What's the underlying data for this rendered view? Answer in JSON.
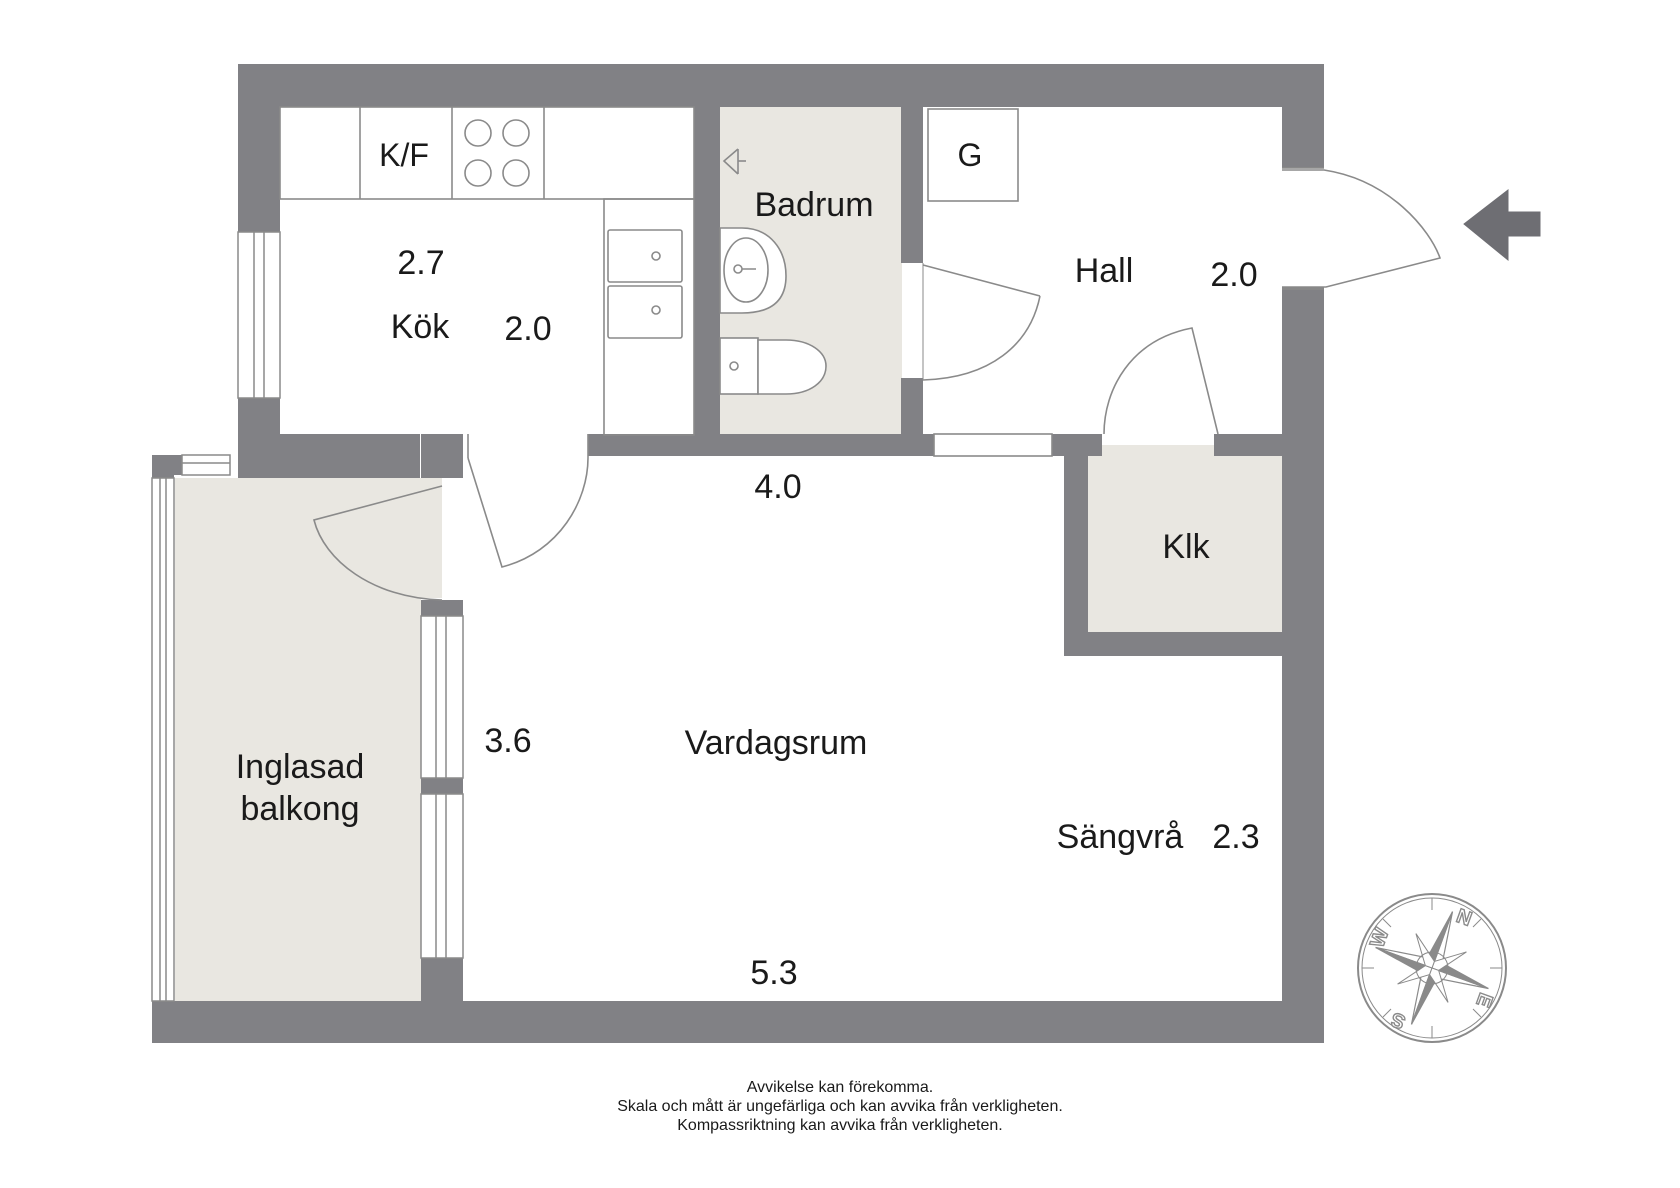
{
  "rooms": {
    "kitchen": "Kök",
    "bathroom": "Badrum",
    "hall": "Hall",
    "closet": "Klk",
    "living": "Vardagsrum",
    "bed_alcove": "Sängvrå",
    "balcony_line1": "Inglasad",
    "balcony_line2": "balkong"
  },
  "appliances": {
    "fridge_freezer": "K/F",
    "wardrobe": "G"
  },
  "dimensions": {
    "kitchen_width": "2.7",
    "kitchen_depth": "2.0",
    "hall_depth": "2.0",
    "living_top": "4.0",
    "living_side": "3.6",
    "living_bottom": "5.3",
    "bed_alcove": "2.3"
  },
  "compass": {
    "n": "N",
    "e": "E",
    "s": "S",
    "w": "W"
  },
  "disclaimer": {
    "line1": "Avvikelse kan förekomma.",
    "line2": "Skala och mått är ungefärliga och kan avvika från verkligheten.",
    "line3": "Kompassriktning kan avvika från verkligheten."
  },
  "colors": {
    "wall": "#818185",
    "floor_shaded": "#e9e7e1",
    "line": "#8a8a8a"
  }
}
